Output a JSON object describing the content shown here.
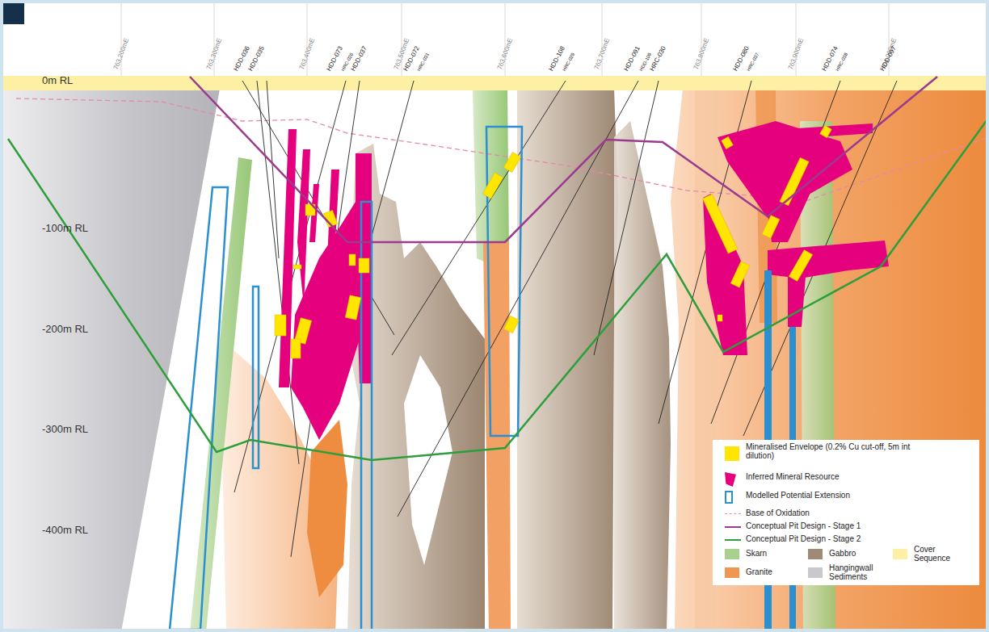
{
  "diagram": {
    "labels": [
      "763,200mE",
      "763,300mE",
      "763,400mE",
      "763,500mE",
      "763,600mE",
      "763,700mE",
      "763,800mE",
      "763,900mE",
      "764,000mE",
      "HDD-036",
      "HDD-035",
      "HDD-073",
      "HRC-026",
      "HDD-037",
      "HDD-072",
      "HRC-031",
      "HDD-108",
      "HRC-029",
      "HDD-091",
      "HDD-109",
      "HRC-030",
      "HDD-080",
      "HRC-037",
      "HDD-074",
      "HRC-038",
      "HDD-097",
      "0m RL",
      "-100m RL",
      "-200m RL",
      "-300m RL",
      "-400m RL"
    ],
    "legend": [
      {
        "text": "Mineralised Envelope (0.2% Cu cut-off, 5m int dilution)",
        "color": "#ffe500"
      },
      {
        "text": "Inferred Mineral Resource",
        "color": "#e5007d"
      },
      {
        "text": "Modelled Potential Extension"
      },
      {
        "text": "Base of Oxidation"
      },
      {
        "text": "Conceptual Pit Design - Stage 1"
      },
      {
        "text": "Conceptual Pit Design - Stage 2"
      },
      {
        "text": "Skarn",
        "color": "#a9d18e"
      },
      {
        "text": "Gabbro",
        "color": "#9e8a76"
      },
      {
        "text": "Cover Sequence",
        "color": "#fdf0a4"
      },
      {
        "text": "Granite",
        "color": "#f0964f"
      },
      {
        "text": "Hangingwall Sediments",
        "color": "#c9c9cd"
      }
    ]
  }
}
